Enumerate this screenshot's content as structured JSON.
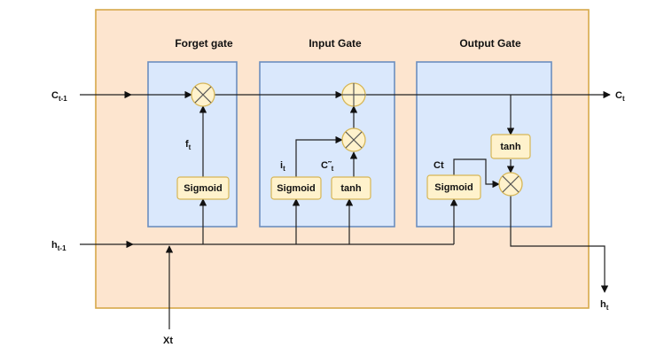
{
  "gates": {
    "forget": {
      "title": "Forget gate"
    },
    "input": {
      "title": "Input Gate"
    },
    "output": {
      "title": "Output Gate"
    }
  },
  "blocks": {
    "forget_sigmoid": "Sigmoid",
    "input_sigmoid": "Sigmoid",
    "input_tanh": "tanh",
    "output_sigmoid": "Sigmoid",
    "output_tanh": "tanh"
  },
  "signals": {
    "c_prev": {
      "base": "C",
      "sub": "t-1"
    },
    "c_out": {
      "base": "C",
      "sub": "t"
    },
    "h_prev": {
      "base": "h",
      "sub": "t-1"
    },
    "h_out": {
      "base": "h",
      "sub": "t"
    },
    "x_in": "Xt",
    "f_t": {
      "base": "f",
      "sub": "t"
    },
    "i_t": {
      "base": "i",
      "sub": "t"
    },
    "c_tilde": {
      "base": "C˜",
      "sub": "t"
    },
    "ct_label": "Ct"
  },
  "colors": {
    "outer_fill": "#fde5cf",
    "outer_stroke": "#d6a84a",
    "gate_fill": "#dae8fc",
    "gate_stroke": "#6c8ebf",
    "block_fill": "#fff2cc",
    "block_stroke": "#d6b656"
  }
}
